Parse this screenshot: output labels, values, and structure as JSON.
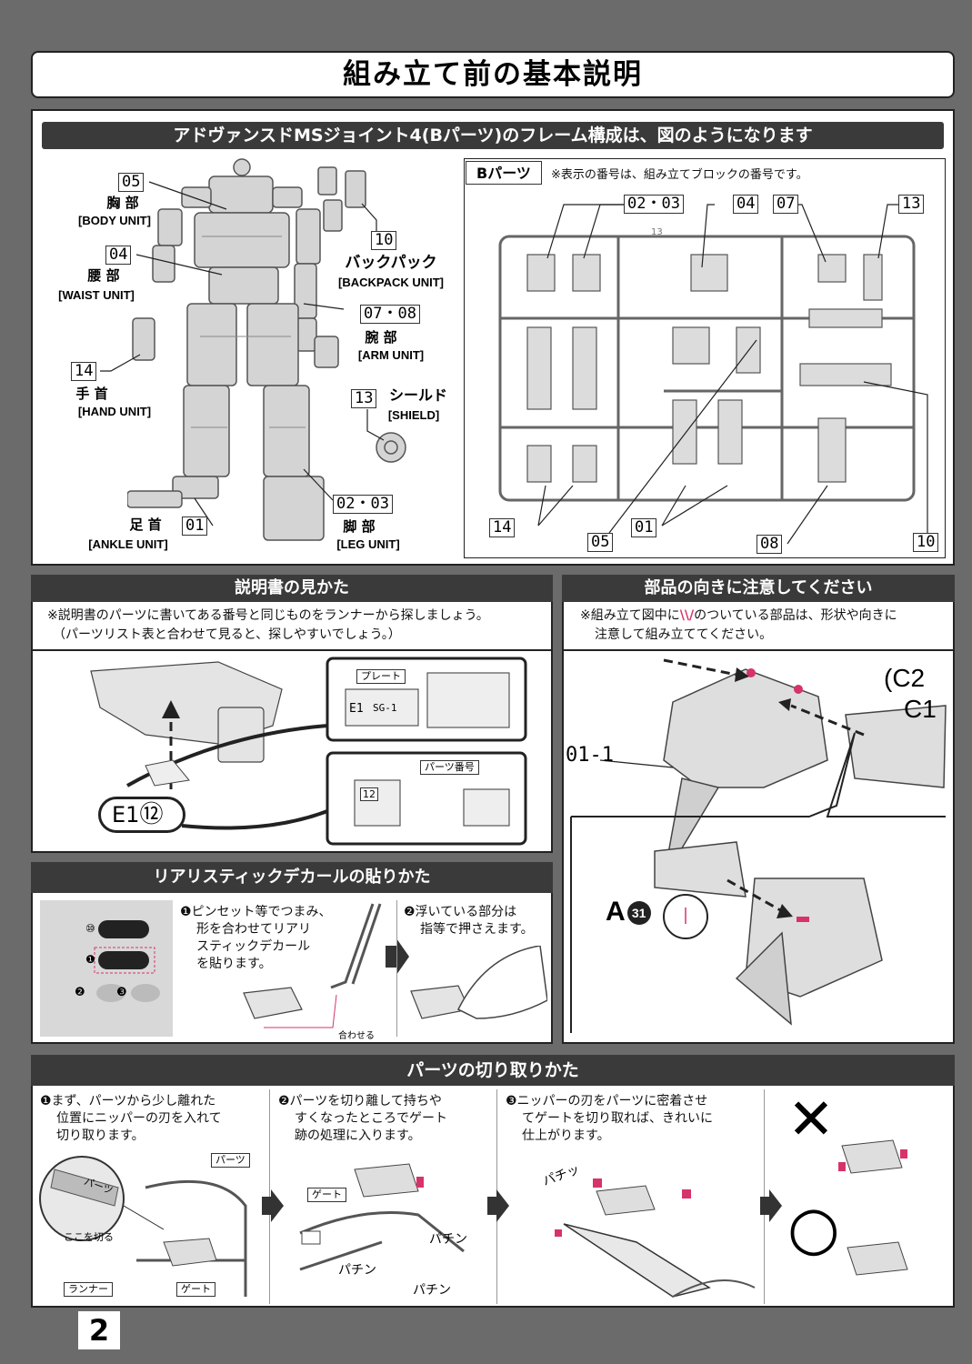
{
  "title": "組み立て前の基本説明",
  "frame": {
    "header": "アドヴァンスドMSジョイント4(Bパーツ)のフレーム構成は、図のようになります",
    "units": [
      {
        "num": "05",
        "jp": "胸 部",
        "en": "[BODY UNIT]"
      },
      {
        "num": "04",
        "jp": "腰 部",
        "en": "[WAIST UNIT]"
      },
      {
        "num": "14",
        "jp": "手 首",
        "en": "[HAND UNIT]"
      },
      {
        "num": "01",
        "jp": "足 首",
        "en": "[ANKLE UNIT]"
      },
      {
        "num": "10",
        "jp": "バックパック",
        "en": "[BACKPACK UNIT]"
      },
      {
        "num": "07・08",
        "jp": "腕 部",
        "en": "[ARM UNIT]"
      },
      {
        "num": "13",
        "jp": "シールド",
        "en": "[SHIELD]"
      },
      {
        "num": "02・03",
        "jp": "脚 部",
        "en": "[LEG UNIT]"
      }
    ],
    "runner": {
      "label": "Bパーツ",
      "note": "※表示の番号は、組み立てブロックの番号です。",
      "top_tags": [
        "02・03",
        "04",
        "07",
        "13"
      ],
      "bottom_tags": [
        "14",
        "05",
        "01",
        "08",
        "10"
      ],
      "stamp": "13"
    }
  },
  "howto": {
    "header": "説明書の見かた",
    "note1": "※説明書のパーツに書いてある番号と同じものをランナーから探しましょう。",
    "note2": "（パーツリスト表と合わせて見ると、探しやすいでしょう。）",
    "plate_label": "プレート",
    "plate_code": "E1",
    "plate_code2": "SG-1",
    "partnum_label": "パーツ番号",
    "partnum": "12",
    "callout_letter": "E1",
    "callout_num": "⑫"
  },
  "orientation": {
    "header": "部品の向きに注意してください",
    "note1": "※組み立て図中に",
    "mark": "\\\\/",
    "note1b": "のついている部品は、形状や向きに",
    "note2": "注意して組み立ててください。",
    "label_c": "(C2",
    "label_c1": "C1",
    "label_part": "01-1",
    "label_a": "A",
    "label_a_num": "31"
  },
  "decal": {
    "header": "リアリスティックデカールの貼りかた",
    "step1": [
      "❶ピンセット等でつまみ、",
      "形を合わせてリアリ",
      "スティックデカール",
      "を貼ります。"
    ],
    "step2": [
      "❷浮いている部分は",
      "指等で押さえます。"
    ],
    "align_label": "合わせる",
    "sheet_nums": [
      "⑩",
      "❶",
      "❷",
      "❸"
    ]
  },
  "cutting": {
    "header": "パーツの切り取りかた",
    "step1": [
      "❶まず、パーツから少し離れた",
      "位置にニッパーの刃を入れて",
      "切り取ります。"
    ],
    "step2": [
      "❷パーツを切り離して持ちや",
      "すくなったところでゲート",
      "跡の処理に入ります。"
    ],
    "step3": [
      "❸ニッパーの刃をパーツに密着させ",
      "てゲートを切り取れば、きれいに",
      "仕上がります。"
    ],
    "labels": {
      "parts": "パーツ",
      "parts_diag": "パーツ",
      "cut_here": "ここを切る",
      "runner": "ランナー",
      "gate": "ゲート",
      "gate2": "ゲート",
      "snap1": "パチン",
      "snap2": "パチン",
      "snap3": "パチン",
      "snap4": "パチッ"
    },
    "bad": "✕",
    "good": "○"
  },
  "page_number": "2",
  "colors": {
    "accent": "#d6336c",
    "header_bg": "#3a3a3a",
    "page_bg": "#6b6b6b"
  }
}
